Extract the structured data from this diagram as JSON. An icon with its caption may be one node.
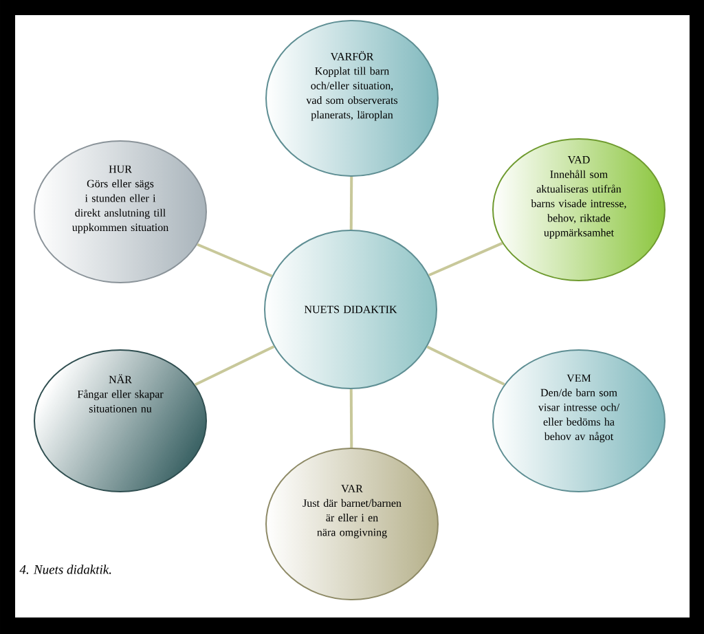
{
  "diagram": {
    "caption": "4. Nuets didaktik.",
    "nodes": [
      {
        "text": [
          "NUETS DIDAKTIK"
        ]
      },
      {
        "text": [
          "VARFÖR",
          "Kopplat till barn och/eller situation, vad som observerats planerats, läroplan"
        ]
      },
      {
        "text": [
          "HUR",
          "Görs eller sägs i stunden eller i direkt anslutning till uppkommen situation"
        ]
      },
      {
        "text": [
          "VAD",
          "Innehåll som aktualiseras utifrån barns visade intresse, behov, riktade uppmärksamhet"
        ]
      },
      {
        "text": [
          "NÄR",
          "Fångar eller skapar situationen nu"
        ]
      },
      {
        "text": [
          "VEM",
          "Den/de barn som visar intresse och/ eller bedöms ha behov av något"
        ]
      },
      {
        "text": [
          "VAR",
          "Just där barnet/barnen är eller i en nära omgivning"
        ]
      }
    ],
    "edges": [
      {
        "from": 0,
        "to": 1,
        "arrow": "none"
      },
      {
        "from": 0,
        "to": 2,
        "arrow": "none"
      },
      {
        "from": 0,
        "to": 3,
        "arrow": "none"
      },
      {
        "from": 0,
        "to": 4,
        "arrow": "none"
      },
      {
        "from": 0,
        "to": 5,
        "arrow": "none"
      },
      {
        "from": 0,
        "to": 6,
        "arrow": "none"
      }
    ]
  }
}
